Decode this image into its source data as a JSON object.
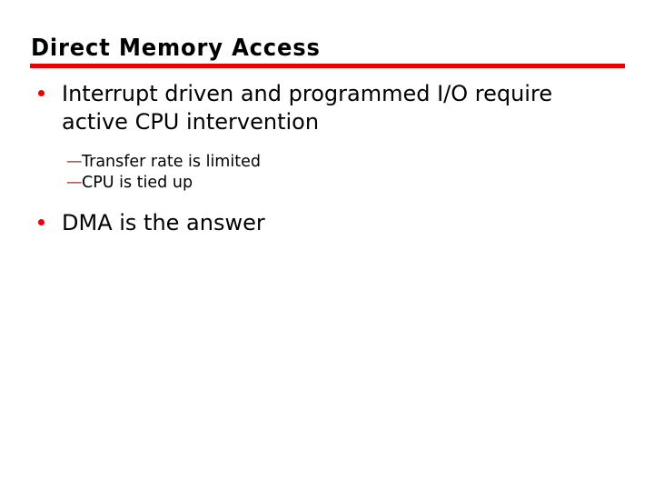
{
  "slide": {
    "title": "Direct Memory Access",
    "accent_color": "#ee0000",
    "dash_color": "#9c2b2b",
    "text_color": "#000000",
    "background_color": "#ffffff",
    "bullets": [
      {
        "level": 1,
        "marker": "round-bullet",
        "text": "Interrupt driven and programmed I/O require active CPU intervention"
      },
      {
        "level": 2,
        "marker": "em-dash",
        "dash": "—",
        "text": "Transfer rate is limited"
      },
      {
        "level": 2,
        "marker": "em-dash",
        "dash": "—",
        "text": "CPU is tied up"
      },
      {
        "level": 1,
        "marker": "round-bullet",
        "text": "DMA is the answer"
      }
    ]
  }
}
